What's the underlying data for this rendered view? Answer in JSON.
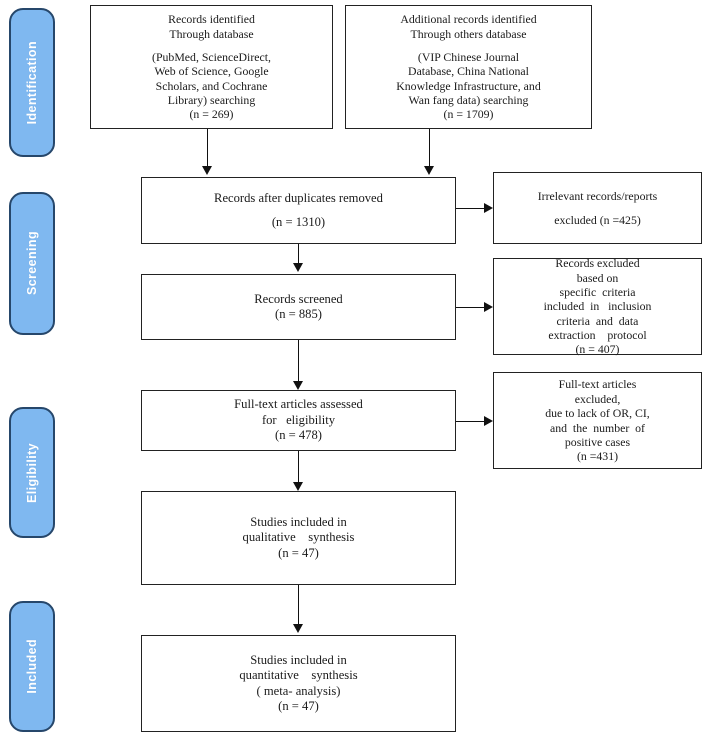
{
  "diagram": {
    "title": "PRISMA Study Selection Flow Diagram",
    "accent_color": "#7FB8F0",
    "pill_border_color": "#26476b",
    "box_border_color": "#222222",
    "background_color": "#ffffff"
  },
  "stages": [
    {
      "id": "identification",
      "label": "Identification"
    },
    {
      "id": "screening",
      "label": "Screening"
    },
    {
      "id": "eligibility",
      "label": "Eligibility"
    },
    {
      "id": "included",
      "label": "Included"
    }
  ],
  "boxes": {
    "records_identified_database": {
      "lines": [
        "Records identified",
        "Through database",
        "",
        "(PubMed, ScienceDirect,",
        "Web of Science, Google",
        "Scholars, and Cochrane",
        "Library) searching",
        "(n = 269)"
      ],
      "count": 269
    },
    "additional_records_other": {
      "lines": [
        "Additional records identified",
        "Through others database",
        "",
        "(VIP Chinese Journal",
        "Database, China National",
        "Knowledge Infrastructure, and",
        "Wan fang data) searching",
        "(n = 1709)"
      ],
      "count": 1709
    },
    "records_after_duplicates": {
      "lines": [
        "Records after duplicates removed",
        "",
        "(n = 1310)"
      ],
      "count": 1310
    },
    "irrelevant_excluded": {
      "lines": [
        "Irrelevant records/reports",
        "",
        "excluded (n =425)"
      ],
      "count": 425
    },
    "records_screened": {
      "lines": [
        "Records screened",
        "(n = 885)"
      ],
      "count": 885
    },
    "records_excluded_criteria": {
      "lines": [
        "Records excluded",
        "based on",
        "specific  criteria",
        "included  in   inclusion",
        "criteria  and  data",
        "extraction    protocol",
        "(n = 407)"
      ],
      "count": 407
    },
    "fulltext_assessed": {
      "lines": [
        "Full-text articles assessed",
        "for   eligibility",
        "(n = 478)"
      ],
      "count": 478
    },
    "fulltext_excluded": {
      "lines": [
        "Full-text articles",
        "excluded,",
        "due to lack of OR, CI,",
        "and  the  number  of",
        "positive cases",
        "(n =431)"
      ],
      "count": 431
    },
    "qualitative_synthesis": {
      "lines": [
        "Studies included in",
        "qualitative    synthesis",
        "(n = 47)"
      ],
      "count": 47
    },
    "quantitative_synthesis": {
      "lines": [
        "Studies included in",
        "quantitative    synthesis",
        "( meta- analysis)",
        "(n = 47)"
      ],
      "count": 47
    }
  }
}
